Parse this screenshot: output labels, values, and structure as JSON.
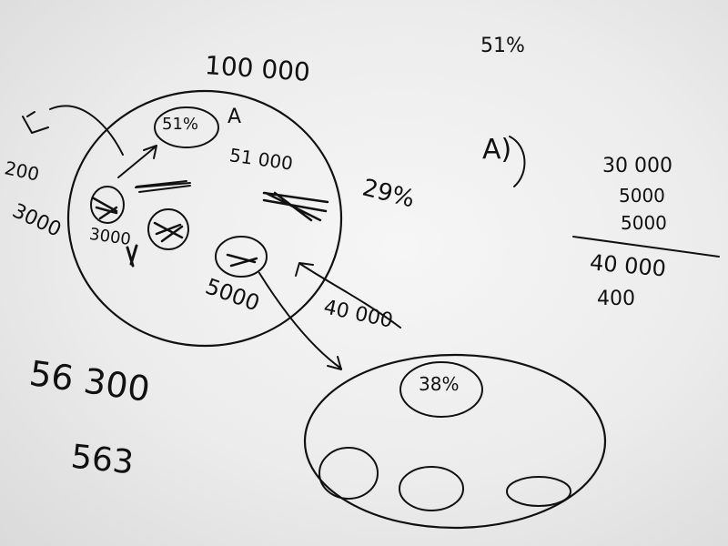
{
  "whiteboard": {
    "top_total": "100 000",
    "top_right_percent": "51%",
    "circle_a": {
      "letter": "A",
      "share_percent": "51%",
      "value": "51 000",
      "left_value": "3000",
      "bottom_value": "5000"
    },
    "side_percent": "29%",
    "arrow_value": "40 000",
    "left_margin": {
      "small_a": "200",
      "small_b": "3000"
    },
    "bottom_left": {
      "total": "56 300",
      "short": "563"
    },
    "circle_b": {
      "share_percent": "38%"
    },
    "right_calc": {
      "label": "A)",
      "lines": [
        "30 000",
        "5000",
        "5000"
      ],
      "sum": "40 000",
      "note": "400"
    }
  }
}
